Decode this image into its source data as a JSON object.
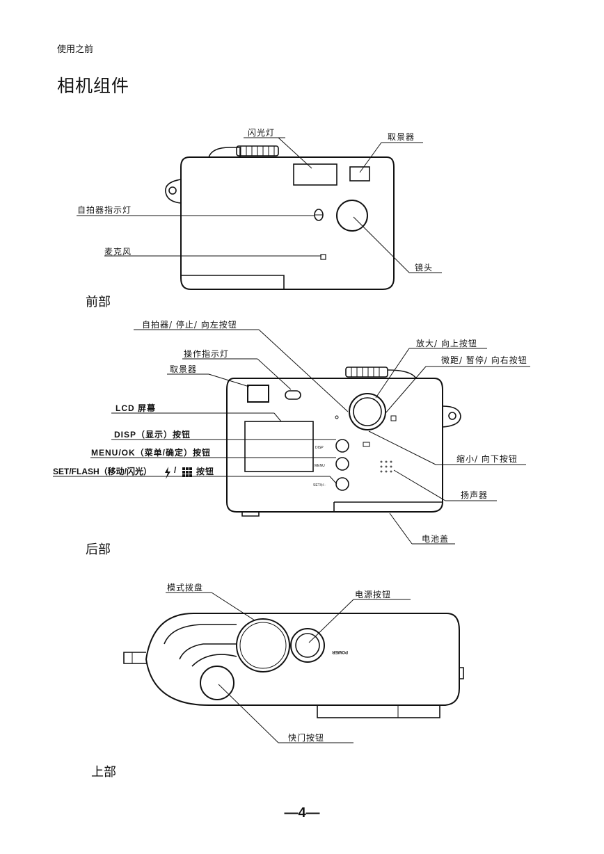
{
  "header": {
    "section": "使用之前",
    "title": "相机组件"
  },
  "front": {
    "caption": "前部",
    "labels": {
      "flash": "闪光灯",
      "viewfinder": "取景器",
      "self_timer_lamp": "自拍器指示灯",
      "microphone": "麦克风",
      "lens": "镜头"
    }
  },
  "back": {
    "caption": "后部",
    "labels": {
      "self_timer_left": "自拍器/ 停止/ 向左按钮",
      "op_indicator": "操作指示灯",
      "viewfinder": "取景器",
      "lcd": "LCD 屏幕",
      "disp": "DISP（显示）按钮",
      "menu": "MENU/OK（菜单/确定）按钮",
      "set_flash": "SET/FLASH（移动/闪光）",
      "set_flash_tail": "/",
      "set_flash_end": "按钮",
      "zoom_in": "放大/ 向上按钮",
      "macro": "微距/ 暂停/ 向右按钮",
      "zoom_out": "缩小/ 向下按钮",
      "speaker": "扬声器",
      "battery_cover": "电池盖"
    },
    "button_texts": {
      "disp": "DISP",
      "menu": "MENU",
      "set": "SET/‡/··"
    }
  },
  "top": {
    "caption": "上部",
    "labels": {
      "mode_dial": "模式拨盘",
      "power_button": "电源按钮",
      "shutter": "快门按钮"
    },
    "body_text": {
      "power": "POWER"
    }
  },
  "page_number": "—4—"
}
